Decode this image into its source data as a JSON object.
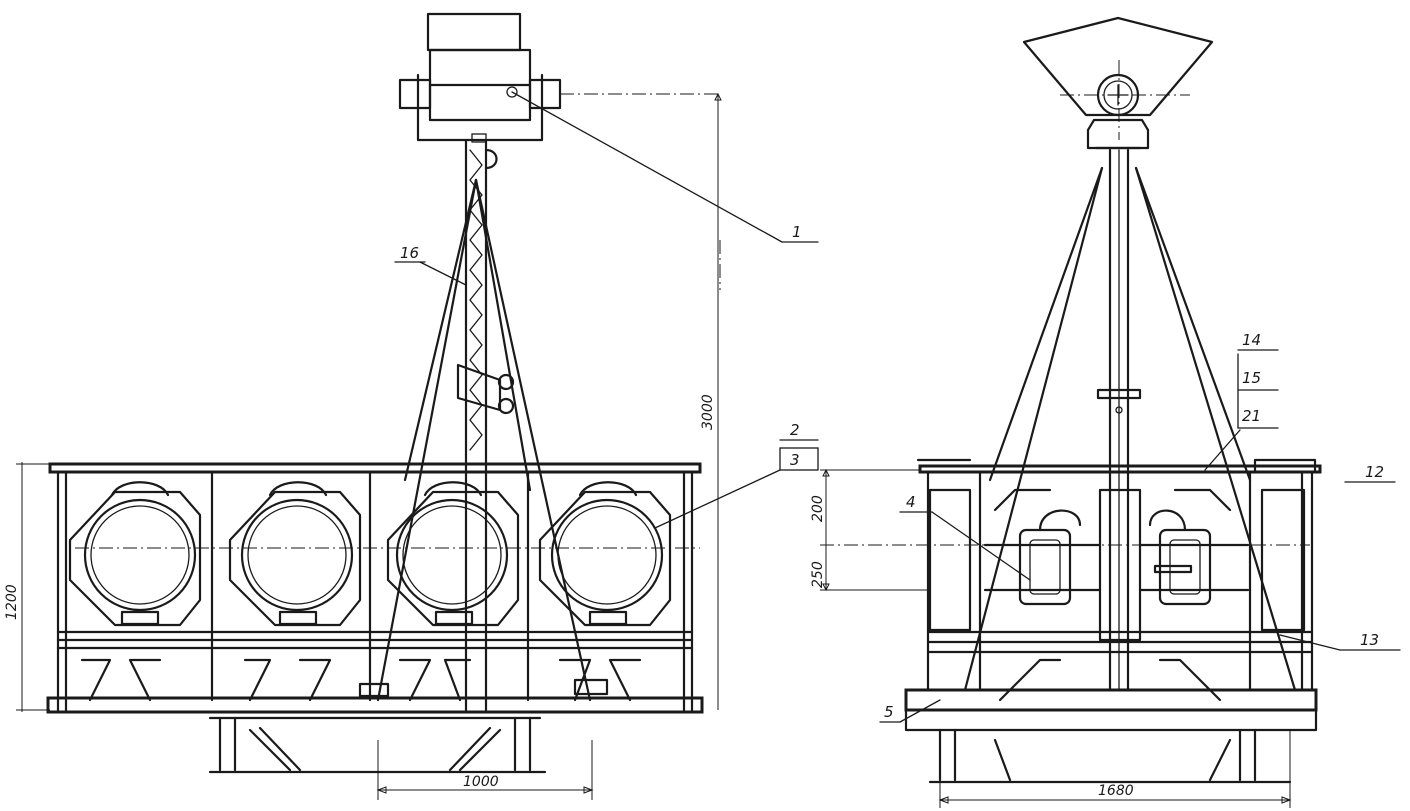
{
  "callouts": {
    "c1": "1",
    "c2": "2",
    "c3": "3",
    "c4": "4",
    "c5": "5",
    "c12": "12",
    "c13": "13",
    "c14": "14",
    "c15": "15",
    "c16": "16",
    "c21": "21"
  },
  "dimensions": {
    "d3000": "3000",
    "d1200": "1200",
    "d1000": "1000",
    "d1680": "1680",
    "d200": "200",
    "d250": "250"
  }
}
